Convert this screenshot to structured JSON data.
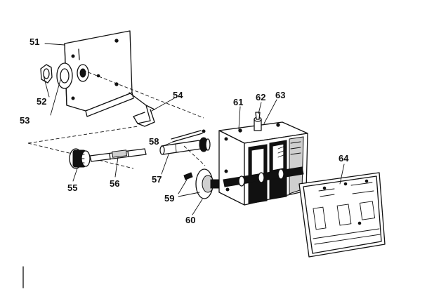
{
  "callouts": {
    "p51": "51",
    "p52": "52",
    "p53": "53",
    "p54": "54",
    "p55": "55",
    "p56": "56",
    "p57": "57",
    "p58": "58",
    "p59": "59",
    "p60": "60",
    "p61": "61",
    "p62": "62",
    "p63": "63",
    "p64": "64"
  }
}
